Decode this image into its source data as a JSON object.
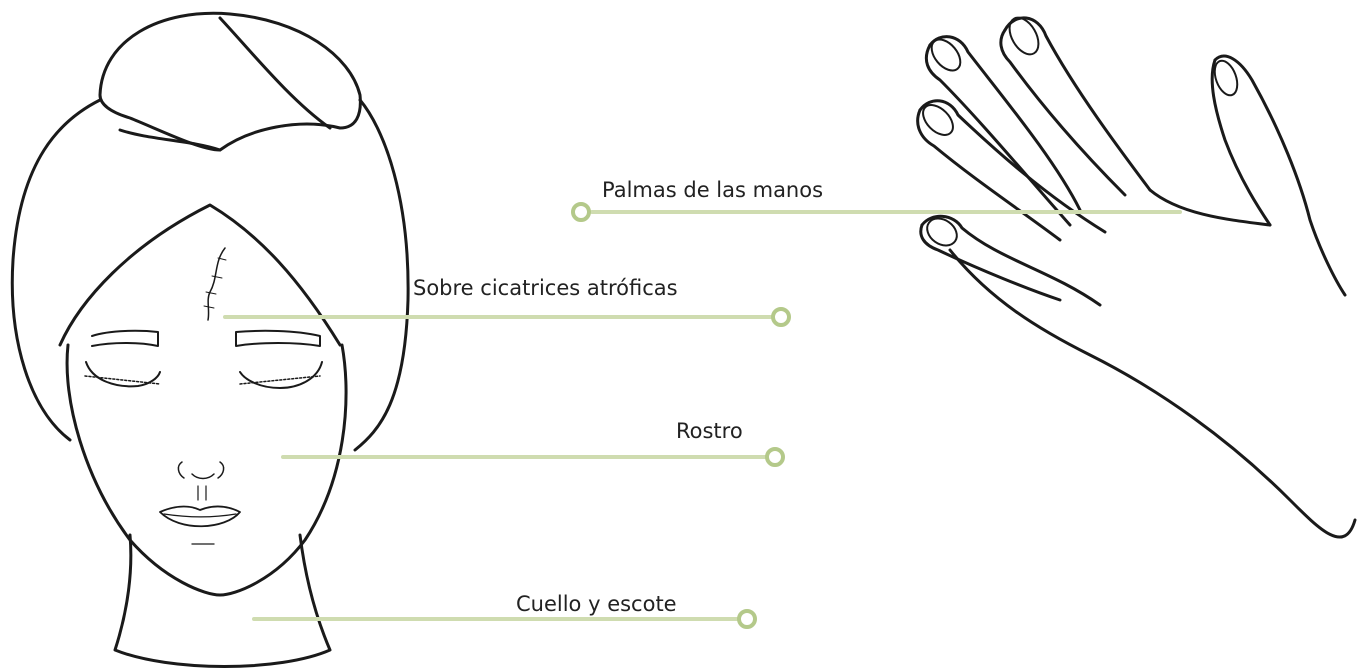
{
  "labels": {
    "palms": "Palmas de las manos",
    "scars": "Sobre cicatrices atróficas",
    "face": "Rostro",
    "neck": "Cuello y escote"
  },
  "colors": {
    "leader_line": "#cfdcb0",
    "marker_ring": "#b4c98a",
    "ink": "#1a1a1a",
    "label_text": "#222222"
  },
  "icons": {
    "face": "woman-face-towel-line-art",
    "hand": "hand-line-art",
    "scar": "scar-mark"
  }
}
